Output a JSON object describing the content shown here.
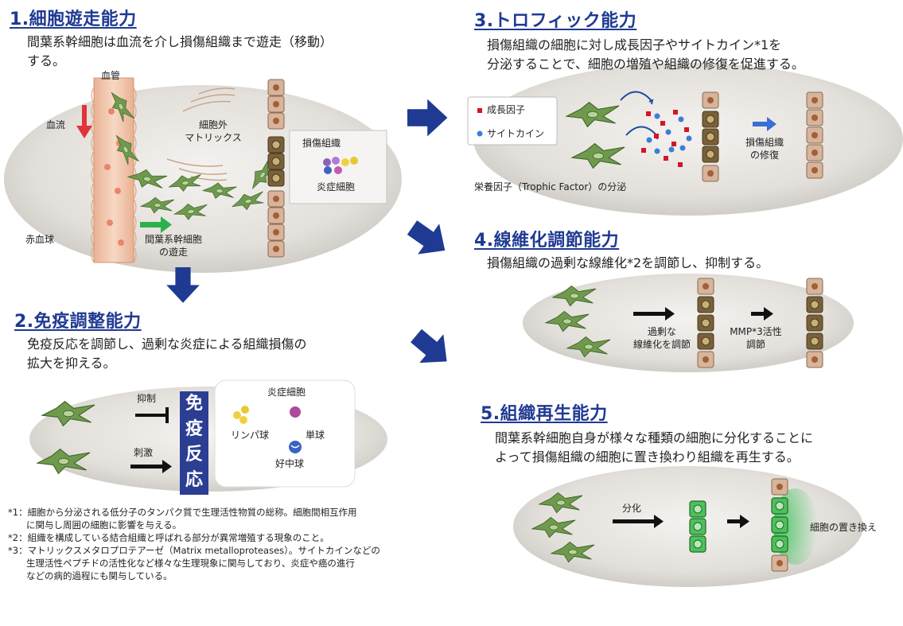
{
  "section1": {
    "title": "1.細胞遊走能力",
    "desc_line1": "間葉系幹細胞は血流を介し損傷組織まで遊走（移動）",
    "desc_line2": "する。",
    "labels": {
      "blood_vessel": "血管",
      "blood_flow": "血流",
      "ecm_line1": "細胞外",
      "ecm_line2": "マトリックス",
      "damaged_tissue": "損傷組織",
      "inflammatory_cells": "炎症細胞",
      "rbc": "赤血球",
      "msc_migration_line1": "間葉系幹細胞",
      "msc_migration_line2": "の遊走"
    }
  },
  "section2": {
    "title": "2.免疫調整能力",
    "desc_line1": "免疫反応を調節し、過剰な炎症による組織損傷の",
    "desc_line2": "拡大を抑える。",
    "labels": {
      "suppress": "抑制",
      "stimulate": "刺激",
      "immune_response": [
        "免",
        "疫",
        "反",
        "応"
      ],
      "inflammatory_cells": "炎症細胞",
      "lymphocyte": "リンパ球",
      "monocyte": "単球",
      "neutrophil": "好中球"
    }
  },
  "section3": {
    "title": "3.トロフィック能力",
    "desc_line1": "損傷組織の細胞に対し成長因子やサイトカイン*1を",
    "desc_line2": "分泌することで、細胞の増殖や組織の修復を促進する。",
    "labels": {
      "growth_factor": "成長因子",
      "cytokine": "サイトカイン",
      "repair_line1": "損傷組織",
      "repair_line2": "の修復",
      "trophic_secretion": "栄養因子（Trophic Factor）の分泌"
    }
  },
  "section4": {
    "title": "4.線維化調節能力",
    "desc": "損傷組織の過剰な線維化*2を調節し、抑制する。",
    "labels": {
      "excess_fibrosis_line1": "過剰な",
      "excess_fibrosis_line2": "線維化を調節",
      "mmp_line1": "MMP*3活性",
      "mmp_line2": "調節"
    }
  },
  "section5": {
    "title": "5.組織再生能力",
    "desc_line1": "間葉系幹細胞自身が様々な種類の細胞に分化することに",
    "desc_line2": "よって損傷組織の細胞に置き換わり組織を再生する。",
    "labels": {
      "differentiation": "分化",
      "replacement": "細胞の置き換え"
    }
  },
  "footnotes": [
    "*1：細胞から分泌される低分子のタンパク質で生理活性物質の総称。細胞間相互作用",
    "　　に関与し周囲の細胞に影響を与える。",
    "*2：組織を構成している結合組織と呼ばれる部分が異常増殖する現象のこと。",
    "*3：マトリックスメタロプロテアーゼ（Matrix metalloproteases）。サイトカインなどの",
    "　　生理活性ペプチドの活性化など様々な生理現象に関与しており、炎症や癌の進行",
    "　　などの病的過程にも関与している。"
  ],
  "colors": {
    "title": "#1f3a93",
    "arrow": "#1f3a93",
    "oval": "#e6e3df",
    "cell_green": "#5a8a3a",
    "vessel": "#f2c9b0",
    "tissue_cell": "#caa58a",
    "red_arrow": "#e0333a",
    "green_arrow": "#2db04b",
    "growth_factor": "#d4142a",
    "cytokine": "#3a7fd4"
  }
}
